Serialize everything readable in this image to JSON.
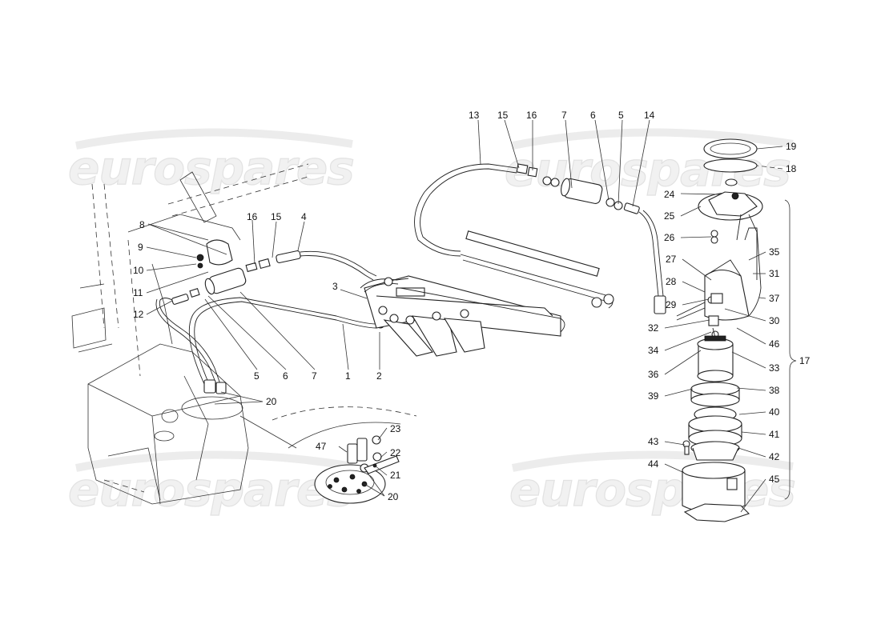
{
  "watermark": "eurospares",
  "callouts": [
    {
      "id": "l8a",
      "text": "8"
    },
    {
      "id": "l9",
      "text": "9"
    },
    {
      "id": "l10",
      "text": "10"
    },
    {
      "id": "l11",
      "text": "11"
    },
    {
      "id": "l12",
      "text": "12"
    },
    {
      "id": "l16a",
      "text": "16"
    },
    {
      "id": "l15a",
      "text": "15"
    },
    {
      "id": "l4",
      "text": "4"
    },
    {
      "id": "l3",
      "text": "3"
    },
    {
      "id": "l5a",
      "text": "5"
    },
    {
      "id": "l6a",
      "text": "6"
    },
    {
      "id": "l7a",
      "text": "7"
    },
    {
      "id": "l1",
      "text": "1"
    },
    {
      "id": "l2",
      "text": "2"
    },
    {
      "id": "l20a",
      "text": "20"
    },
    {
      "id": "l23",
      "text": "23"
    },
    {
      "id": "l47",
      "text": "47"
    },
    {
      "id": "l22",
      "text": "22"
    },
    {
      "id": "l21",
      "text": "21"
    },
    {
      "id": "l20b",
      "text": "20"
    },
    {
      "id": "l13",
      "text": "13"
    },
    {
      "id": "l15b",
      "text": "15"
    },
    {
      "id": "l16b",
      "text": "16"
    },
    {
      "id": "l7b",
      "text": "7"
    },
    {
      "id": "l6b",
      "text": "6"
    },
    {
      "id": "l5b",
      "text": "5"
    },
    {
      "id": "l14",
      "text": "14"
    },
    {
      "id": "l19",
      "text": "19"
    },
    {
      "id": "l18",
      "text": "18"
    },
    {
      "id": "l24",
      "text": "24"
    },
    {
      "id": "l25",
      "text": "25"
    },
    {
      "id": "l26",
      "text": "26"
    },
    {
      "id": "l35",
      "text": "35"
    },
    {
      "id": "l27",
      "text": "27"
    },
    {
      "id": "l31",
      "text": "31"
    },
    {
      "id": "l28",
      "text": "28"
    },
    {
      "id": "l37",
      "text": "37"
    },
    {
      "id": "l29",
      "text": "29"
    },
    {
      "id": "l32",
      "text": "32"
    },
    {
      "id": "l30",
      "text": "30"
    },
    {
      "id": "l34",
      "text": "34"
    },
    {
      "id": "l46",
      "text": "46"
    },
    {
      "id": "l17",
      "text": "17"
    },
    {
      "id": "l36",
      "text": "36"
    },
    {
      "id": "l33",
      "text": "33"
    },
    {
      "id": "l39",
      "text": "39"
    },
    {
      "id": "l38",
      "text": "38"
    },
    {
      "id": "l40",
      "text": "40"
    },
    {
      "id": "l41",
      "text": "41"
    },
    {
      "id": "l43",
      "text": "43"
    },
    {
      "id": "l42",
      "text": "42"
    },
    {
      "id": "l44",
      "text": "44"
    },
    {
      "id": "l45",
      "text": "45"
    }
  ]
}
